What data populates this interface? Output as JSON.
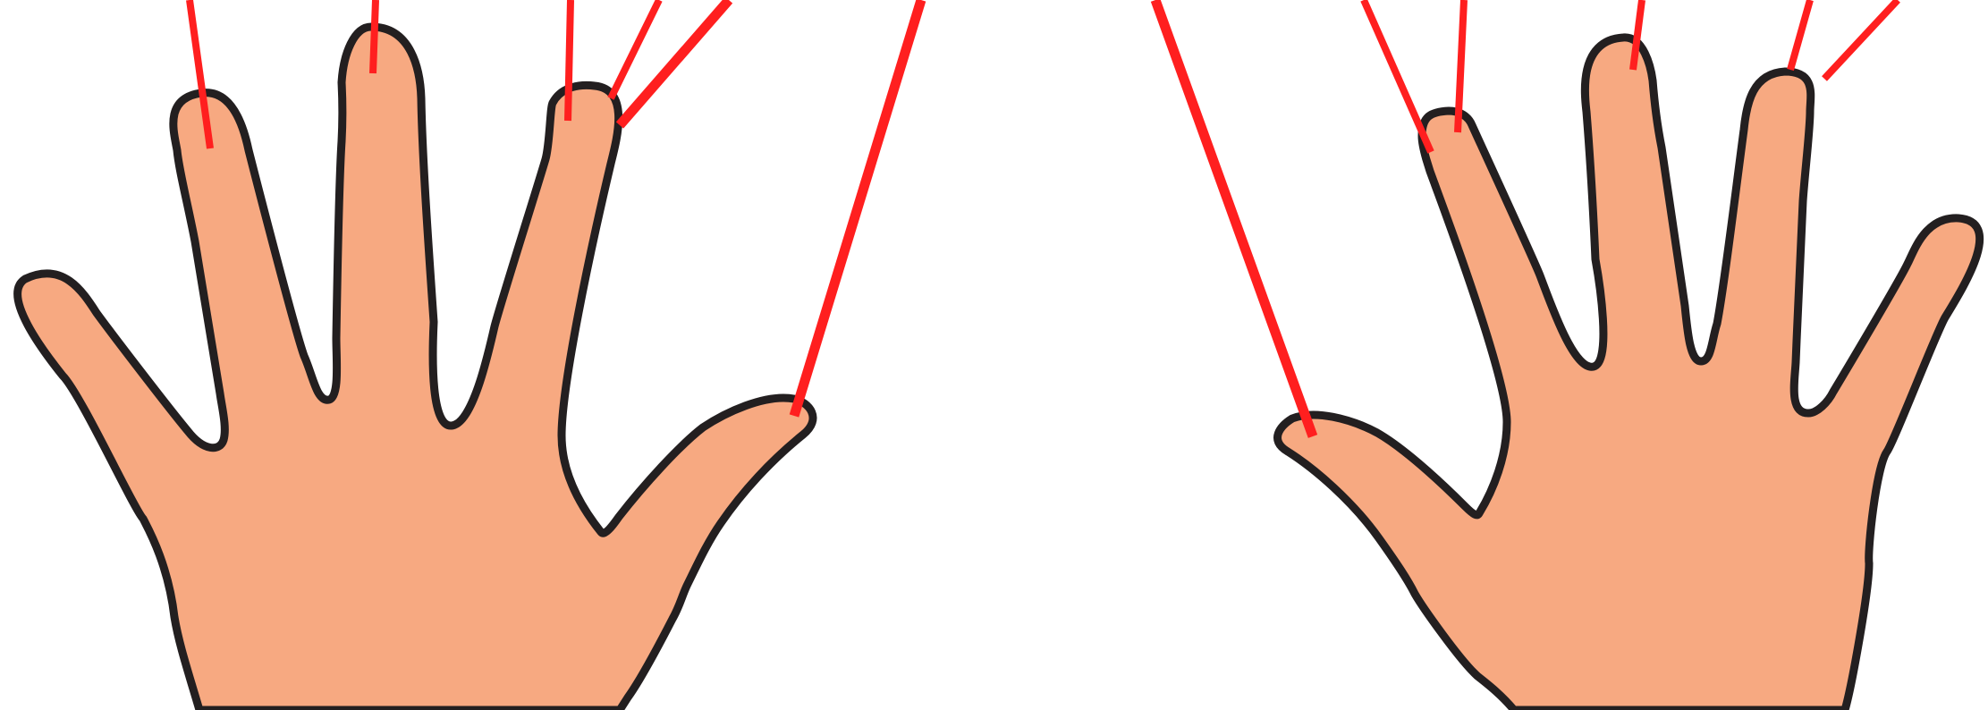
{
  "figure": {
    "description_visible_text": "",
    "colors": {
      "background": "#ffffff",
      "skin": "#f7a981",
      "outline": "#231f20",
      "pointer": "#ff1f1f"
    },
    "hands": [
      {
        "name": "left-hand",
        "fingers": [
          "thumb",
          "index",
          "middle",
          "ring",
          "little"
        ]
      },
      {
        "name": "right-hand",
        "fingers": [
          "thumb",
          "index",
          "middle",
          "ring",
          "little"
        ]
      }
    ],
    "pointer_count": 12
  }
}
